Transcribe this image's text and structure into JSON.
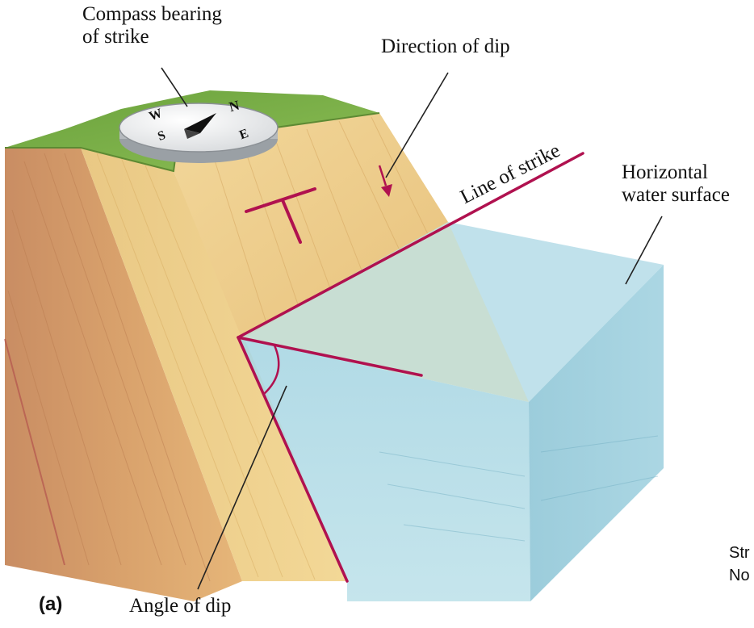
{
  "labels": {
    "compass_line1": "Compass bearing",
    "compass_line2": "of strike",
    "direction_of_dip": "Direction of dip",
    "line_of_strike": "Line of strike",
    "horizontal_line1": "Horizontal",
    "horizontal_line2": "water surface",
    "angle_of_dip": "Angle of dip",
    "panel_letter": "(a)"
  },
  "compass": {
    "north": "N",
    "east": "E",
    "south": "S",
    "west": "W"
  },
  "side_note": {
    "line1": "Str",
    "line2": "No"
  },
  "colors": {
    "strike_line": "#b0114f",
    "water": "#a9d8e6",
    "rock_tan": "#e6c27a",
    "rock_brown": "#c98c5a",
    "grass": "#7fb34a"
  }
}
